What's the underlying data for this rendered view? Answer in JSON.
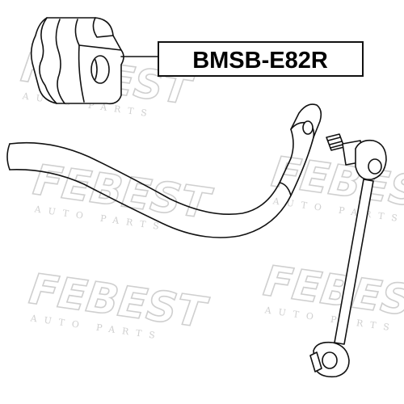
{
  "part_number": "BMSB-E82R",
  "watermark": {
    "brand": "FEBEST",
    "tagline": "AUTO PARTS"
  },
  "colors": {
    "line": "#111111",
    "watermark": "#cfcfcf",
    "background": "#ffffff"
  }
}
